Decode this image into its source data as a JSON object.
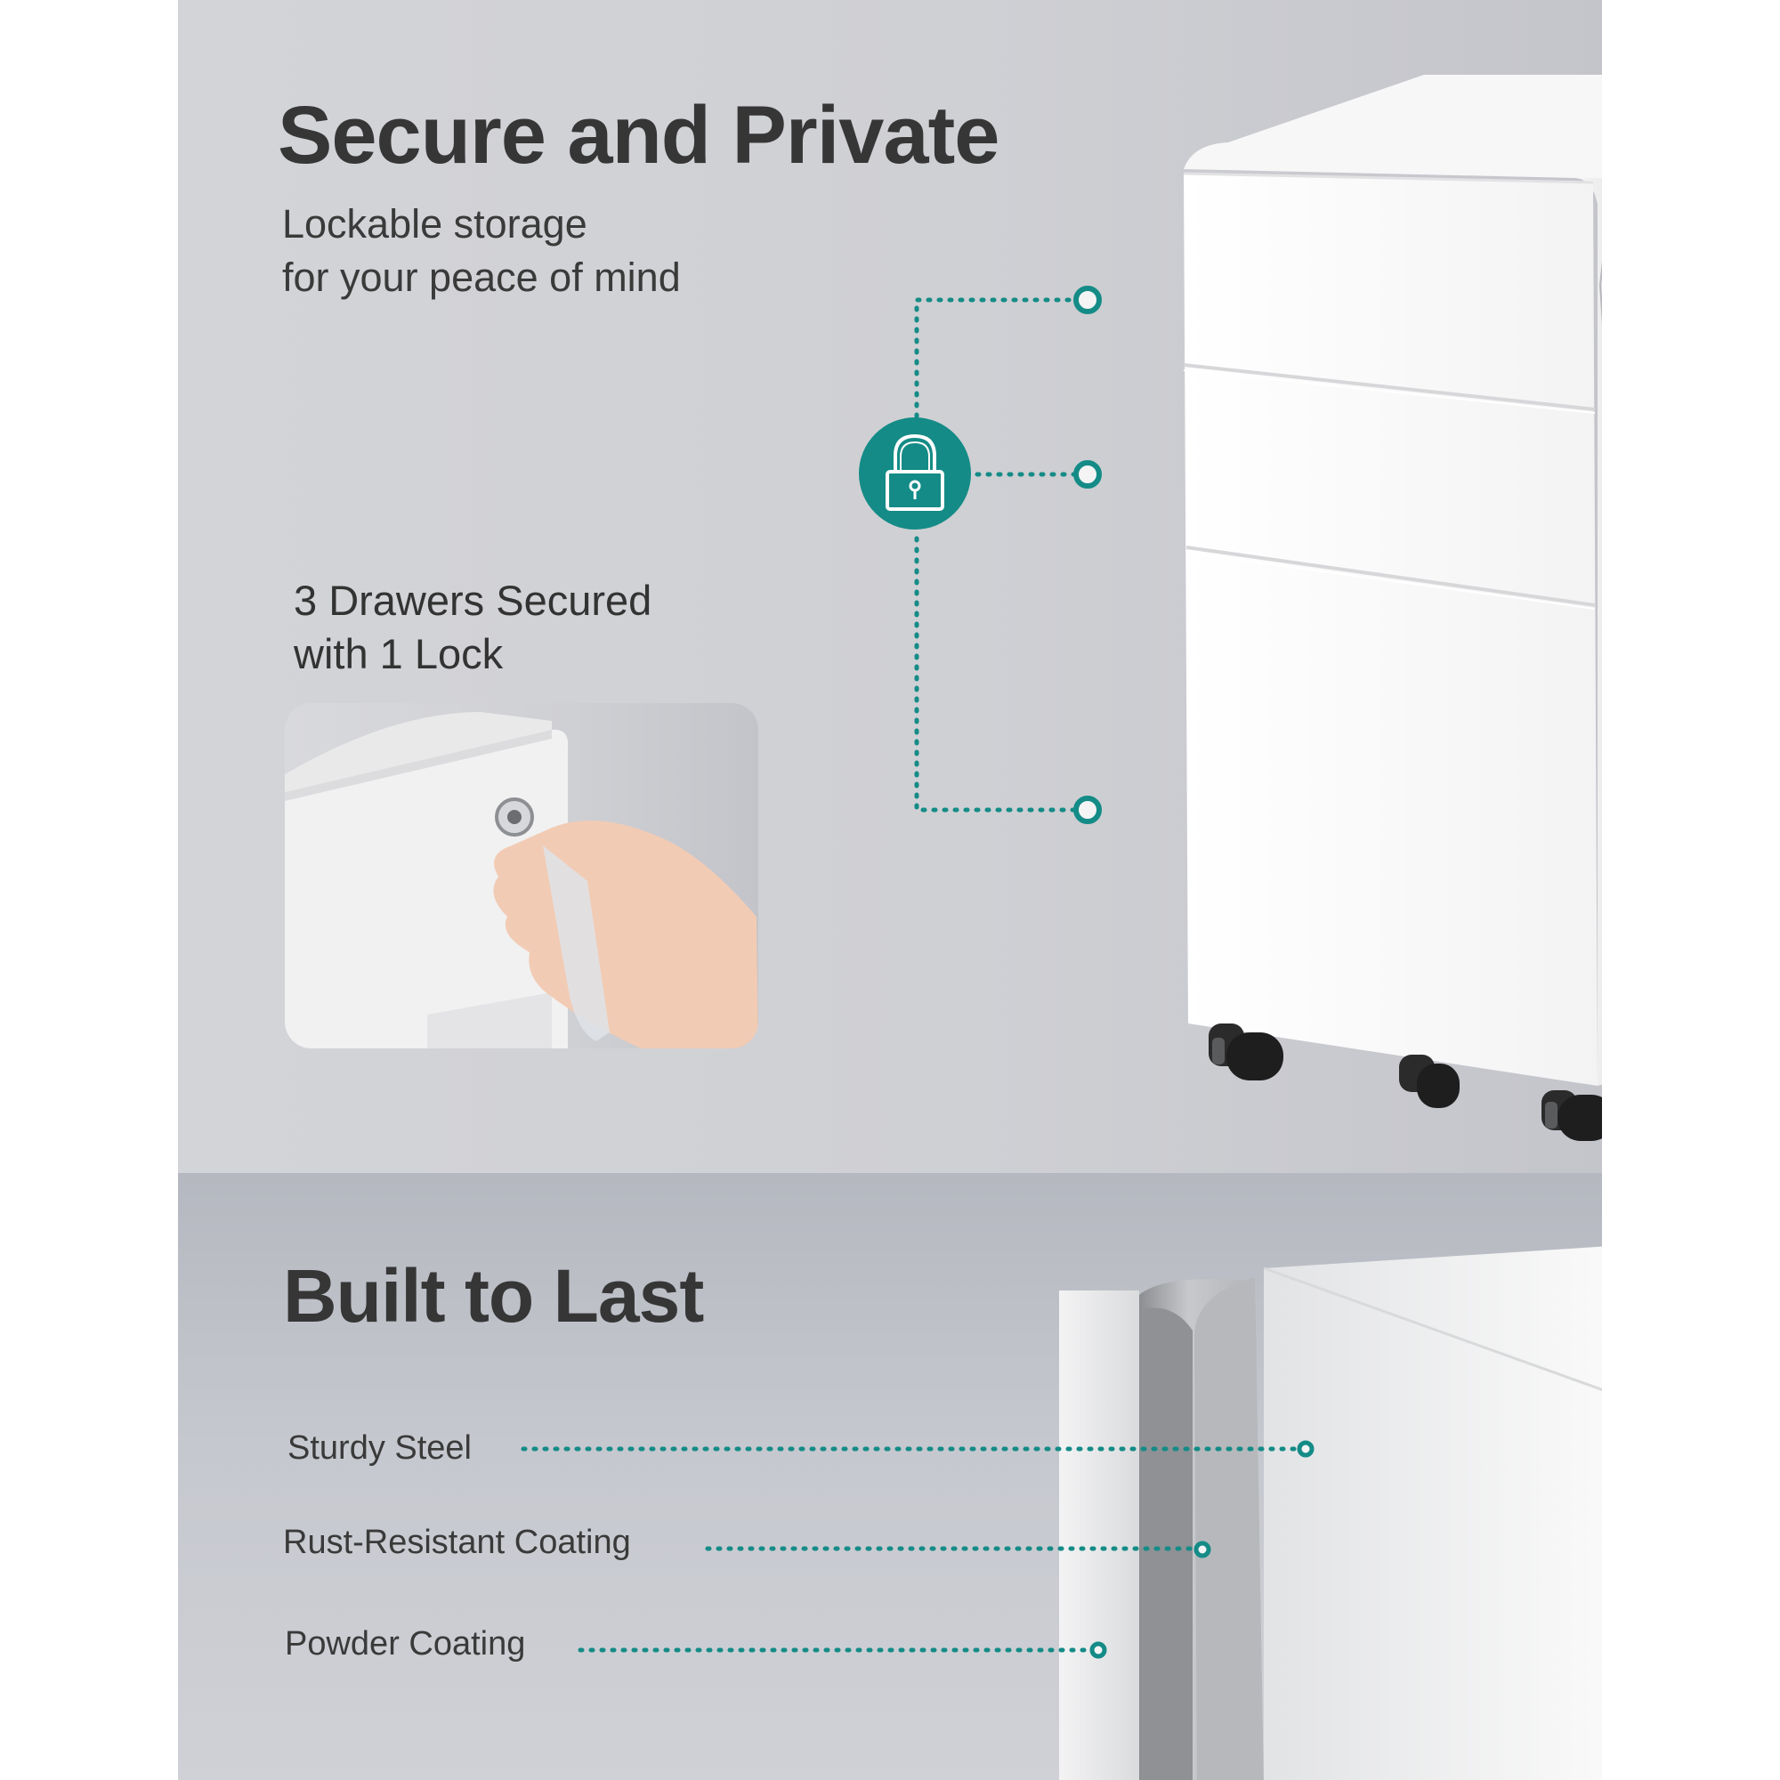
{
  "section_security": {
    "title": "Secure and Private",
    "subtitle_lines": [
      "Lockable storage",
      "for your peace of mind"
    ],
    "inset_caption_lines": [
      "3 Drawers Secured",
      "with 1 Lock"
    ],
    "lock_icon": "padlock-icon",
    "drawer_count": 3
  },
  "section_durability": {
    "title": "Built to Last",
    "features": [
      {
        "label": "Sturdy Steel"
      },
      {
        "label": "Rust-Resistant Coating"
      },
      {
        "label": "Powder Coating"
      }
    ]
  },
  "colors": {
    "accent": "#148b86",
    "heading": "#363636",
    "top_background": "#d0d1d5",
    "bottom_background": "#c0c3ca",
    "cabinet": "#fbfbfb"
  }
}
